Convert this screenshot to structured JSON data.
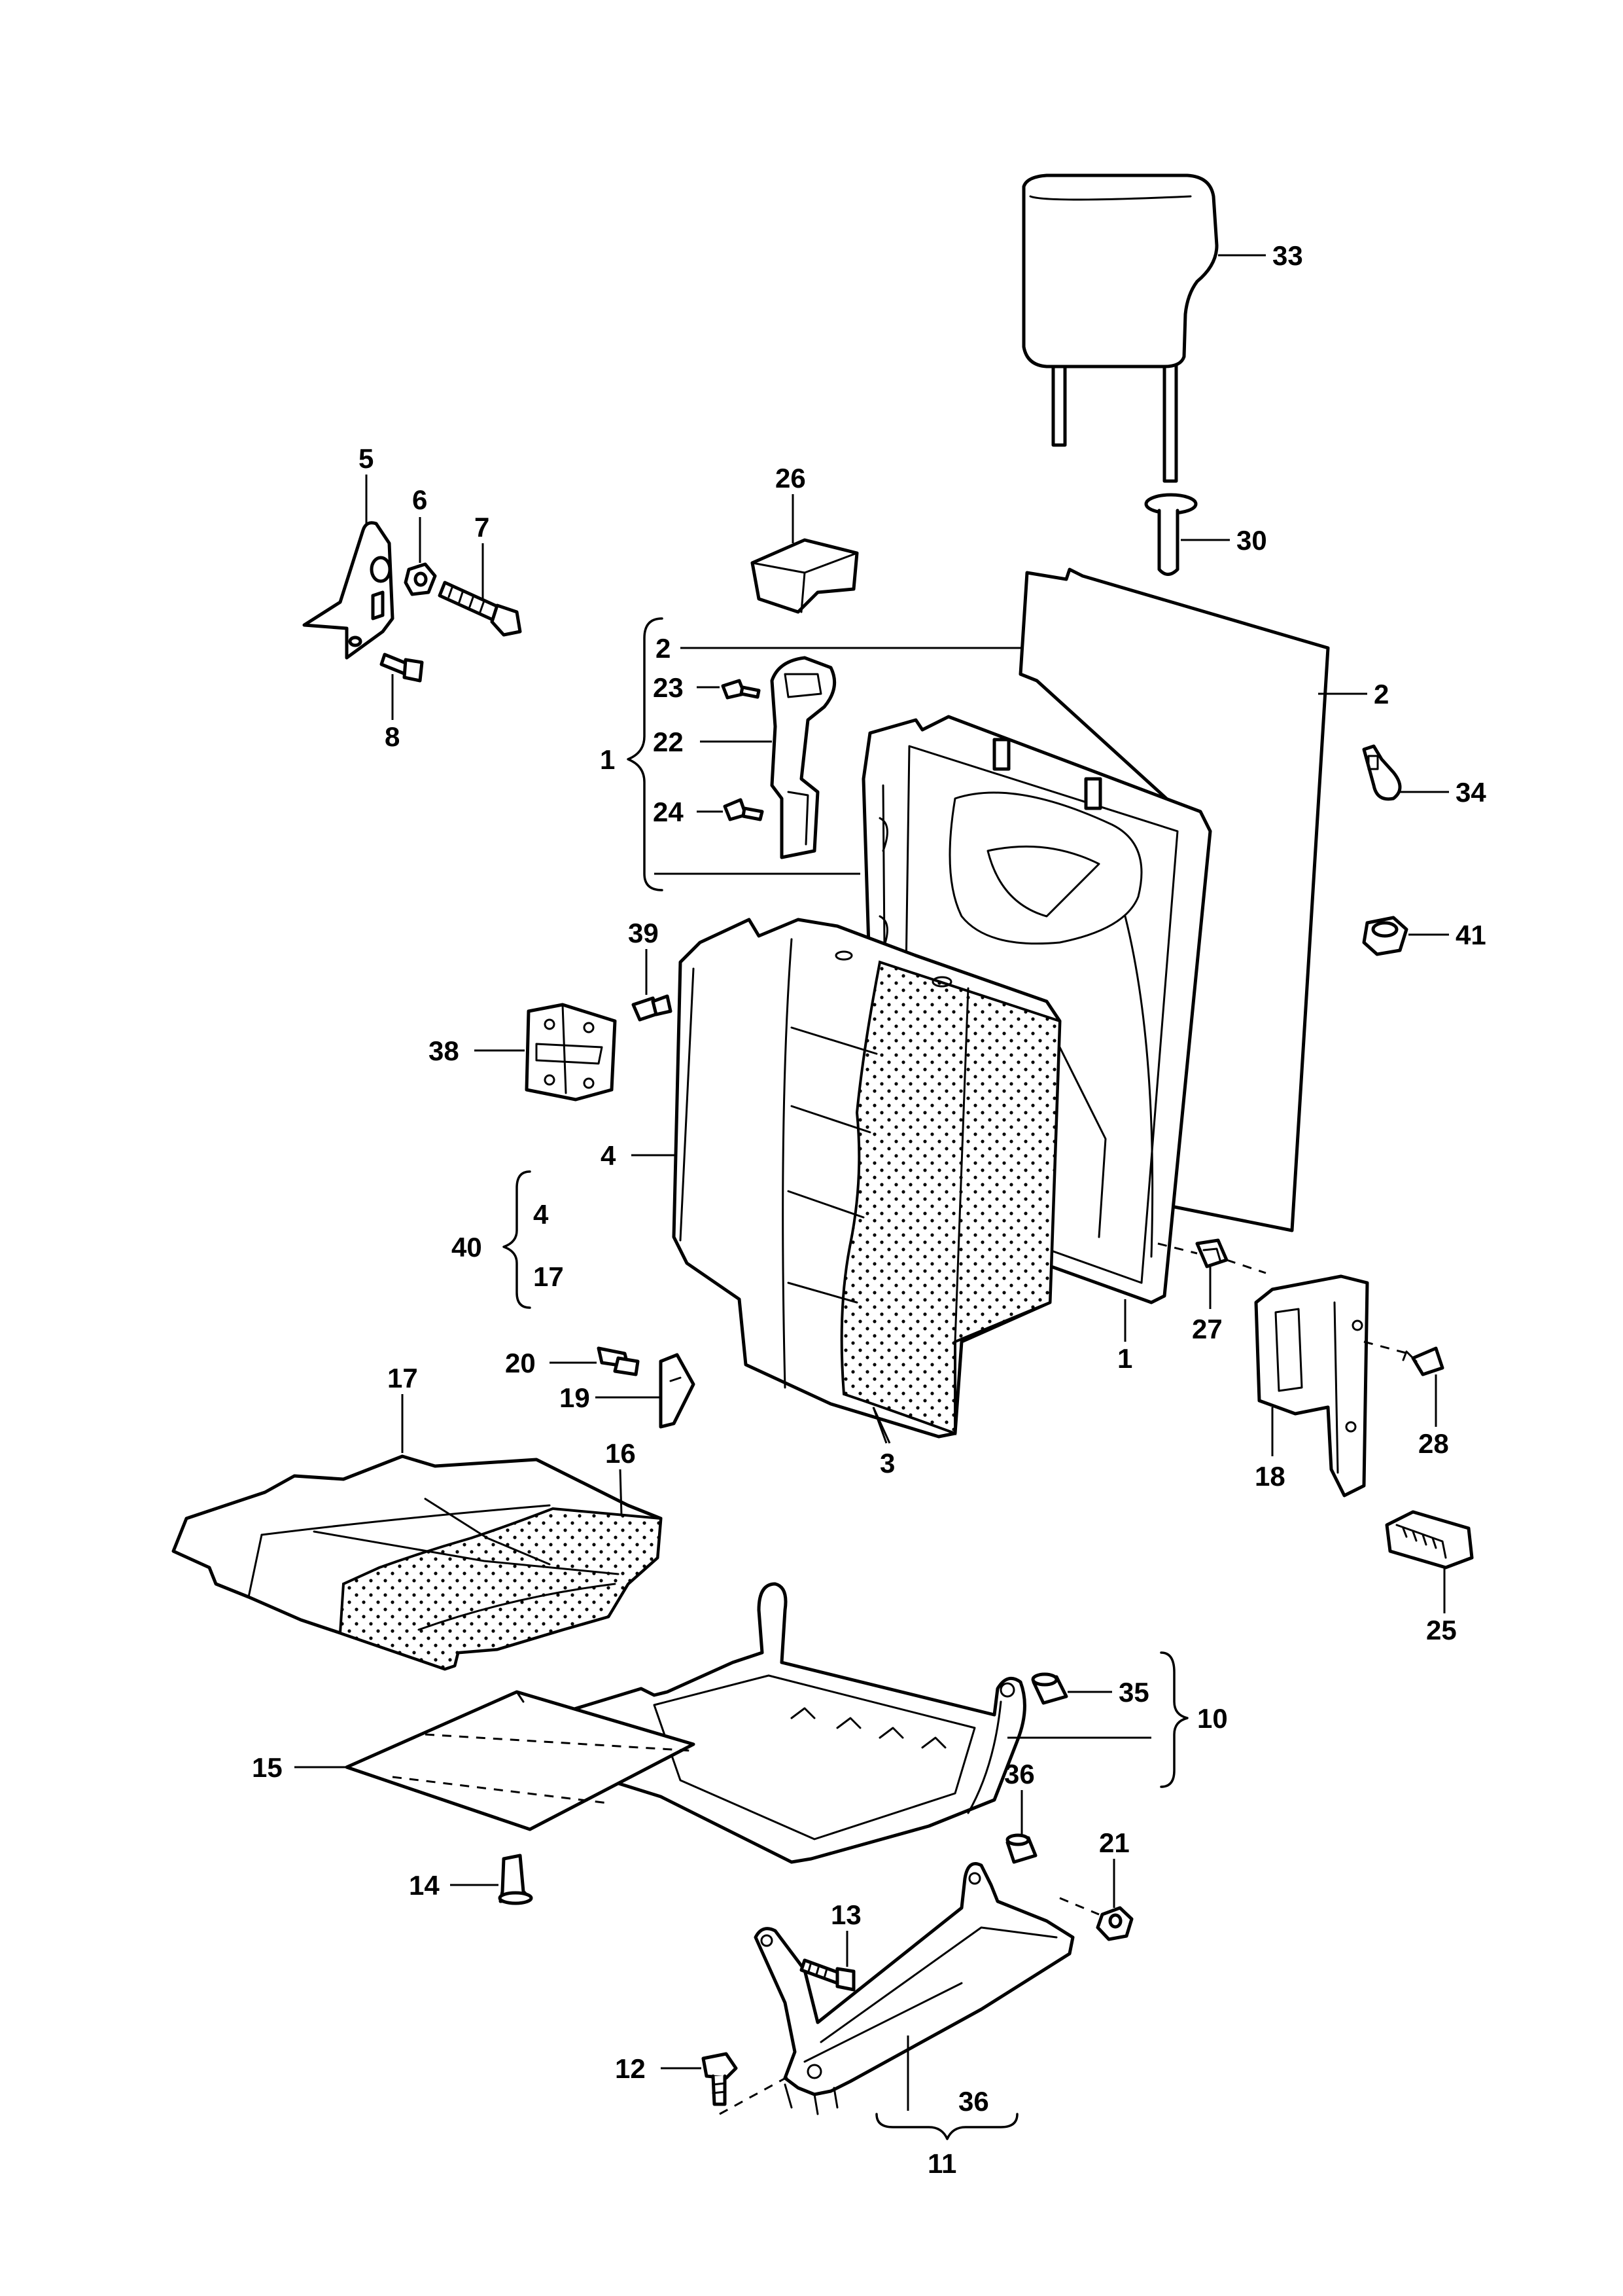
{
  "callouts": [
    {
      "id": "33",
      "label": "33"
    },
    {
      "id": "5",
      "label": "5"
    },
    {
      "id": "6",
      "label": "6"
    },
    {
      "id": "7",
      "label": "7"
    },
    {
      "id": "8",
      "label": "8"
    },
    {
      "id": "26",
      "label": "26"
    },
    {
      "id": "30",
      "label": "30"
    },
    {
      "id": "2a",
      "label": "2"
    },
    {
      "id": "2b",
      "label": "2"
    },
    {
      "id": "23",
      "label": "23"
    },
    {
      "id": "22",
      "label": "22"
    },
    {
      "id": "1a",
      "label": "1"
    },
    {
      "id": "24",
      "label": "24"
    },
    {
      "id": "34",
      "label": "34"
    },
    {
      "id": "39",
      "label": "39"
    },
    {
      "id": "41",
      "label": "41"
    },
    {
      "id": "38",
      "label": "38"
    },
    {
      "id": "4a",
      "label": "4"
    },
    {
      "id": "40",
      "label": "40"
    },
    {
      "id": "4b",
      "label": "4"
    },
    {
      "id": "17a",
      "label": "17"
    },
    {
      "id": "20",
      "label": "20"
    },
    {
      "id": "19",
      "label": "19"
    },
    {
      "id": "27",
      "label": "27"
    },
    {
      "id": "1b",
      "label": "1"
    },
    {
      "id": "28",
      "label": "28"
    },
    {
      "id": "17b",
      "label": "17"
    },
    {
      "id": "16",
      "label": "16"
    },
    {
      "id": "3",
      "label": "3"
    },
    {
      "id": "18",
      "label": "18"
    },
    {
      "id": "25",
      "label": "25"
    },
    {
      "id": "35",
      "label": "35"
    },
    {
      "id": "10",
      "label": "10"
    },
    {
      "id": "15",
      "label": "15"
    },
    {
      "id": "36a",
      "label": "36"
    },
    {
      "id": "21",
      "label": "21"
    },
    {
      "id": "14",
      "label": "14"
    },
    {
      "id": "13",
      "label": "13"
    },
    {
      "id": "12",
      "label": "12"
    },
    {
      "id": "36b",
      "label": "36"
    },
    {
      "id": "11",
      "label": "11"
    }
  ]
}
